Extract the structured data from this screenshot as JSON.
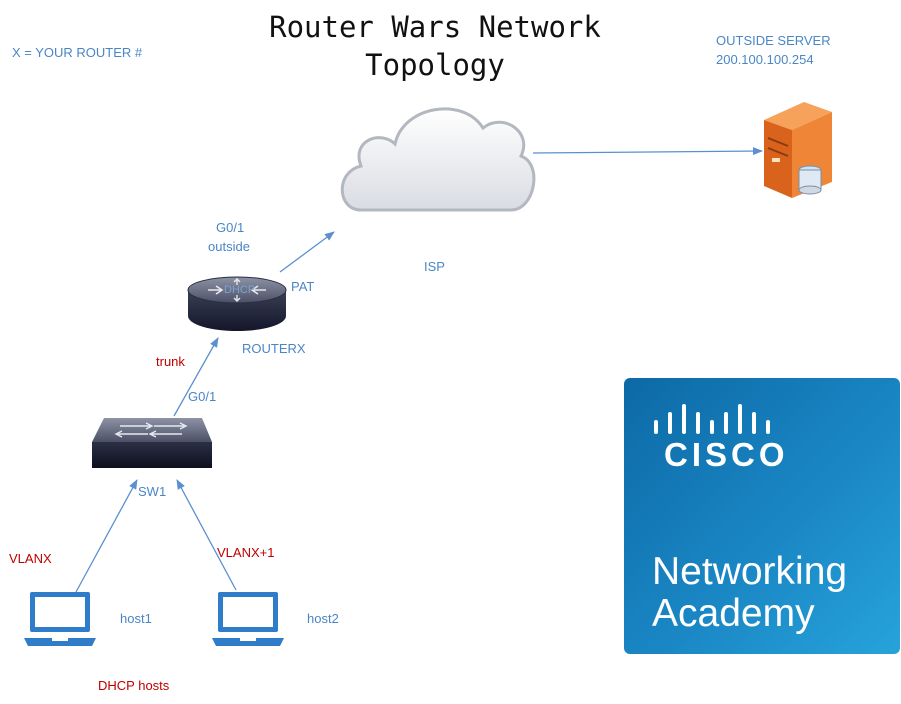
{
  "title_line1": "Router Wars Network",
  "title_line2": "Topology",
  "legend": "X = YOUR ROUTER #",
  "server": {
    "label_line1": "OUTSIDE SERVER",
    "label_line2": "200.100.100.254"
  },
  "isp_label": "ISP",
  "router": {
    "iface_line1": "G0/1",
    "iface_line2": "outside",
    "pat_label": "PAT",
    "name": "ROUTERX",
    "dhcp_label": "DHCP"
  },
  "uplink": {
    "trunk_label": "trunk",
    "iface_label": "G0/1"
  },
  "switch_name": "SW1",
  "vlans": {
    "left": "VLANX",
    "right": "VLANX+1"
  },
  "hosts": {
    "host1": "host1",
    "host2": "host2",
    "footer": "DHCP hosts"
  },
  "logo": {
    "brand": "CISCO",
    "line1": "Networking",
    "line2": "Academy"
  },
  "colors": {
    "label_blue": "#4a86c5",
    "label_red": "#c00000",
    "link": "#5b8fd0",
    "logo_blue": "#1a86c4"
  }
}
